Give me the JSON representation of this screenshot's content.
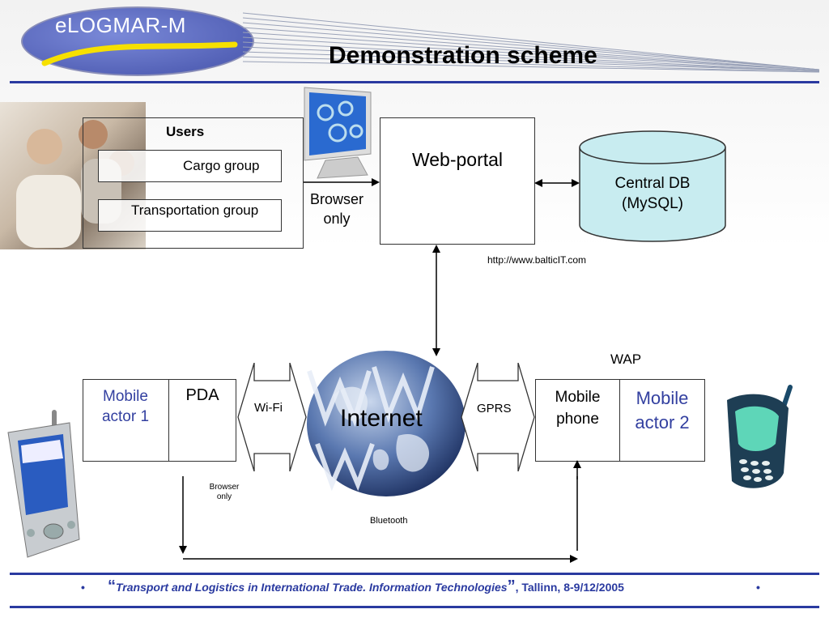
{
  "header": {
    "logo_text": "eLOGMAR-M",
    "title": "Demonstration scheme"
  },
  "users": {
    "title": "Users",
    "groups": [
      "Cargo group",
      "Transportation group"
    ]
  },
  "browser_label": [
    "Browser",
    "only"
  ],
  "web_portal": "Web-portal",
  "db": {
    "line1": "Central DB",
    "line2": "(MySQL)"
  },
  "url": "http://www.balticIT.com",
  "wap": "WAP",
  "internet": "Internet",
  "wifi": "Wi-Fi",
  "gprs": "GPRS",
  "bluetooth": "Bluetooth",
  "actor1": {
    "line1": "Mobile",
    "line2": "actor 1",
    "device": "PDA"
  },
  "actor2": {
    "line1": "Mobile",
    "line2": "actor 2",
    "device1": "Mobile",
    "device2": "phone"
  },
  "browser_small": [
    "Browser",
    "only"
  ],
  "footer": {
    "quote_open": "“",
    "quote_text": "Transport and Logistics in International Trade. Information Technologies",
    "quote_close": "”",
    "location": ", Tallinn, 8-9/12/2005",
    "bullet": "•"
  },
  "colors": {
    "rule": "#2a3aa0",
    "db_fill": "#c8ecf0",
    "accent_text": "#3340a0"
  }
}
